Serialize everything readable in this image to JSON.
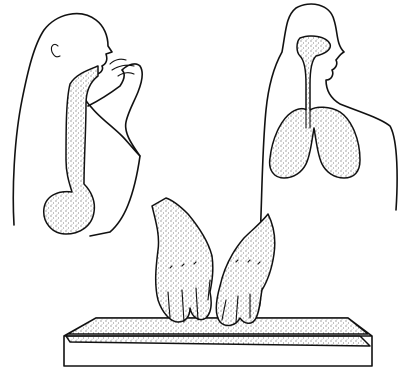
{
  "figure": {
    "panels": [
      {
        "name": "swallowing-digestive-tract"
      },
      {
        "name": "breathing-respiratory-tract"
      },
      {
        "name": "hands-touching-surface"
      }
    ],
    "colors": {
      "ink": "#111111",
      "stipple": "#666666",
      "background": "#ffffff"
    }
  }
}
